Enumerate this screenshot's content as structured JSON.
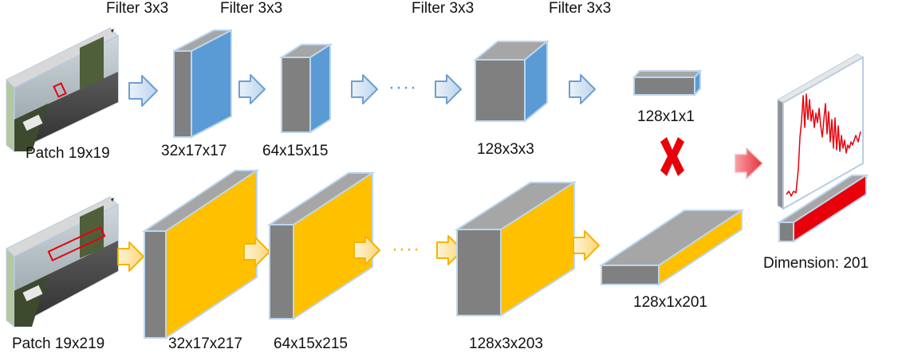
{
  "filter_labels": [
    "Filter 3x3",
    "Filter 3x3",
    "Filter 3x3",
    "Filter 3x3"
  ],
  "top_row": {
    "patch_label": "Patch 19x19",
    "layers": [
      "32x17x17",
      "64x15x15",
      "128x3x3",
      "128x1x1"
    ]
  },
  "bottom_row": {
    "patch_label": "Patch 19x219",
    "layers": [
      "32x17x217",
      "64x15x215",
      "128x3x203",
      "128x1x201"
    ]
  },
  "ellipsis": "····",
  "output": {
    "label": "Dimension: 201"
  },
  "colors": {
    "top_arrow": "#cfe0f2",
    "top_arrow_stroke": "#6e9fd0",
    "top_front": "#5b9bd5",
    "bottom_arrow": "#fde6b0",
    "bottom_arrow_stroke": "#f4b400",
    "bottom_front": "#ffc000",
    "block_gray": "#808080",
    "block_top": "#a6a6a6",
    "output_bar": "#e8000b",
    "red_arrow": "#e8303a",
    "cross": "#e8000b"
  },
  "icons": [
    "camera-photo-icon",
    "right-arrow-icon",
    "red-cross-icon",
    "plot-icon"
  ]
}
